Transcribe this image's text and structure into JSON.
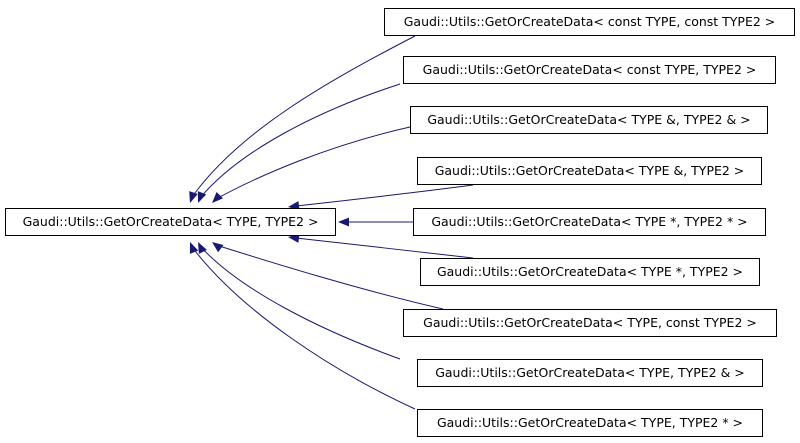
{
  "edge_color": "#191970",
  "base": {
    "label": "Gaudi::Utils::GetOrCreateData< TYPE, TYPE2 >"
  },
  "derived": [
    {
      "label": "Gaudi::Utils::GetOrCreateData< const TYPE, const TYPE2 >"
    },
    {
      "label": "Gaudi::Utils::GetOrCreateData< const TYPE, TYPE2 >"
    },
    {
      "label": "Gaudi::Utils::GetOrCreateData< TYPE &, TYPE2 & >"
    },
    {
      "label": "Gaudi::Utils::GetOrCreateData< TYPE &, TYPE2 >"
    },
    {
      "label": "Gaudi::Utils::GetOrCreateData< TYPE *, TYPE2 * >"
    },
    {
      "label": "Gaudi::Utils::GetOrCreateData< TYPE *, TYPE2 >"
    },
    {
      "label": "Gaudi::Utils::GetOrCreateData< TYPE, const TYPE2 >"
    },
    {
      "label": "Gaudi::Utils::GetOrCreateData< TYPE, TYPE2 & >"
    },
    {
      "label": "Gaudi::Utils::GetOrCreateData< TYPE, TYPE2 * >"
    }
  ]
}
